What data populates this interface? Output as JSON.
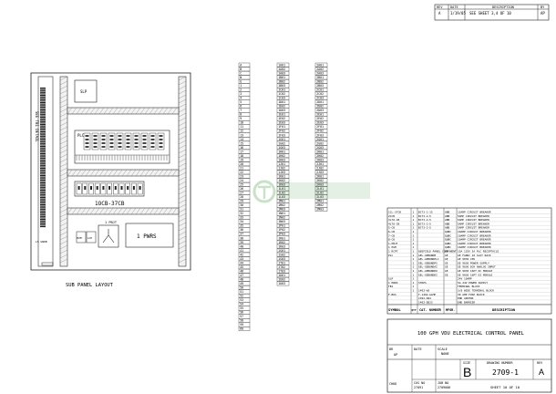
{
  "revision_block": {
    "headers": [
      "REV",
      "DATE",
      "DESCRIPTION",
      "BY"
    ],
    "rows": [
      [
        "A",
        "1/19/05",
        "SEE SHEET 3,4 OF 10",
        "AP"
      ]
    ]
  },
  "panel": {
    "see_detail": "SEE TB1 DETAIL",
    "relay_label": "SLP",
    "plc_label": "PLC",
    "breaker_label": "1OCB-37CB",
    "pwrs_label": "1 PWRS",
    "disconnect_label": "1 PBJT",
    "small_labels": [
      "M2M",
      "LCE"
    ],
    "ground_label": "LS GNDB",
    "caption": "SUB PANEL LAYOUT"
  },
  "terminals": {
    "col1": [
      "A",
      "B",
      "C",
      "N",
      "G",
      "1",
      "2",
      "3",
      "4",
      "5",
      "6",
      "7",
      "8",
      "9",
      "10",
      "11",
      "12",
      "13",
      "14",
      "15",
      "16",
      "17",
      "18",
      "19",
      "20",
      "21",
      "22",
      "23",
      "24",
      "25",
      "26",
      "27",
      "28",
      "29",
      "30",
      "31",
      "32",
      "33",
      "34",
      "35",
      "36",
      "37",
      "38",
      "39",
      "40",
      "41",
      "42",
      "43",
      "44",
      "45",
      "46",
      "47",
      "48",
      "49",
      "50",
      "51",
      "52",
      "53",
      "54",
      "55",
      "56",
      "57",
      "58",
      "59",
      "60"
    ],
    "col2": [
      "1A01",
      "1A02",
      "1A03",
      "1B01",
      "1B02",
      "1B03",
      "1C01",
      "1C02",
      "1C03",
      "1D01",
      "1D02",
      "1D03",
      "1E01",
      "1E02",
      "1E03",
      "1F01",
      "1F02",
      "1F03",
      "1G01",
      "1G02",
      "1G03",
      "1H01",
      "1H02",
      "1H03",
      "1J01",
      "1J02",
      "1J03",
      "1K01",
      "1K02",
      "1K03",
      "1L01",
      "1L02",
      "1L03",
      "1M01",
      "1M02",
      "1M03",
      "1N01",
      "1N02",
      "1N03",
      "1P01",
      "1P02",
      "1P03",
      "1R01",
      "1R02",
      "1R03",
      "1S01",
      "1S02",
      "1S03",
      "1T01",
      "1T02",
      "1T03",
      "1U01",
      "1U02",
      "1U03"
    ],
    "col3": [
      "2A01",
      "2A02",
      "2A03",
      "2B01",
      "2B02",
      "2B03",
      "2C01",
      "2C02",
      "2C03",
      "2D01",
      "2D02",
      "2D03",
      "2E01",
      "2E02",
      "2E03",
      "2F01",
      "2F02",
      "2F03",
      "2G01",
      "2G02",
      "2G03",
      "2H01",
      "2H02",
      "2H03",
      "2J01",
      "2J02",
      "2J03",
      "2K01",
      "2K02",
      "2K03",
      "2L01",
      "2L02",
      "2L03",
      "2M01",
      "2M02",
      "2M03"
    ]
  },
  "bom": {
    "header": [
      "SYMBOL",
      "QTY",
      "CAT. NUMBER",
      "MFGR.",
      "DESCRIPTION"
    ],
    "rows": [
      [
        "1CL-37CB",
        "1",
        "BC73-1-15",
        "ABB",
        "15AMP CIRCUIT BREAKER"
      ],
      [
        "2CCB",
        "1",
        "BC73-2-5",
        "ABB",
        "5AMP CIRCUIT BREAKER"
      ],
      [
        "3L70-CB",
        "1",
        "BC73-2-5",
        "ABB",
        "5AMP CIRCUIT BREAKER"
      ],
      [
        "4L70-CB",
        "1",
        "BC73-2-5",
        "ABB",
        "5AMP CIRCUIT BREAKER"
      ],
      [
        "5-CB",
        "1",
        "BC73-2-5",
        "ABB",
        "5AMP CIRCUIT BREAKER"
      ],
      [
        "6-CB",
        "1",
        "",
        "QUBC",
        "10AMP CIRCUIT BREAKER"
      ],
      [
        "7-CB",
        "1",
        "",
        "QUBC",
        "10AMP CIRCUIT BREAKER"
      ],
      [
        "8-CB",
        "1",
        "",
        "QUBC",
        "10AMP CIRCUIT BREAKER"
      ],
      [
        "1-PBJT",
        "1",
        "",
        "QUBC",
        "10AMP CIRCUIT BREAKER"
      ],
      [
        "1 PGM",
        "1",
        "",
        "QUBC",
        "10AMP CIRCUIT BREAKER"
      ],
      [
        "1 RCPT",
        "1",
        "885FIELD PANEL COMPONENT",
        "GE",
        "15A 125V 5A PLC RECEPTACLE"
      ],
      [
        "PLC",
        "1",
        "GEL-GEBUNDM",
        "GE",
        "GE FANUC 10 SLOT RACK"
      ],
      [
        "",
        "1",
        "GEL-GEBUNDPLC",
        "GE",
        "GE 9030 CPU"
      ],
      [
        "",
        "1",
        "GEL-GEBUNDPS",
        "GE",
        "GE 9030 POWER SUPPLY"
      ],
      [
        "",
        "1",
        "GEL-GEBUNDAI",
        "GE",
        "GE 9030 8CH ANALOG INPUT"
      ],
      [
        "",
        "1",
        "GEL-GEBUNDDO",
        "GE",
        "GE 9030 16PT DC MODULE"
      ],
      [
        "",
        "1",
        "GEL-GEBUNDDI",
        "GE",
        "GE 9030 16PT DI MODULE"
      ],
      [
        "SLP",
        "1",
        "",
        "",
        "24V 10AMP"
      ],
      [
        "1 PWRS",
        "1",
        "STRPS",
        "",
        "5A 24V POWER SUPPLY"
      ],
      [
        "TB1",
        "1",
        "",
        "",
        "TERMINAL BLOCK"
      ],
      [
        "",
        "1",
        "1492-W3",
        "",
        "3/8 WIDE TERMINAL BLOCK"
      ],
      [
        "F.BUS",
        "",
        "T-1492-GLMP",
        "",
        "30 AMP FUSE BLOCK"
      ],
      [
        "",
        "",
        "1492-N44",
        "",
        "END ANCHOR"
      ],
      [
        "",
        "",
        "1492-EBJ3",
        "",
        "END BARRIER"
      ]
    ]
  },
  "title_block": {
    "title": "100 GPH VDU ELECTRICAL CONTROL PANEL",
    "dr_label": "DR",
    "dr_value": "AP",
    "date_label": "DATE",
    "date_value": "",
    "scale_label": "SCALE",
    "scale_value": "NONE",
    "size_label": "SIZE",
    "size_value": "B",
    "dwg_label": "DRAWING NUMBER",
    "dwg_value": "2709-1",
    "rev_label": "REV",
    "rev_value": "A",
    "chkd_label": "CHKD",
    "cust_label": "CUS NO",
    "cust_value": "27091",
    "job_label": "JOB NO",
    "job_value": "2709006",
    "sheet_text": "SHEET 10 OF 10"
  }
}
